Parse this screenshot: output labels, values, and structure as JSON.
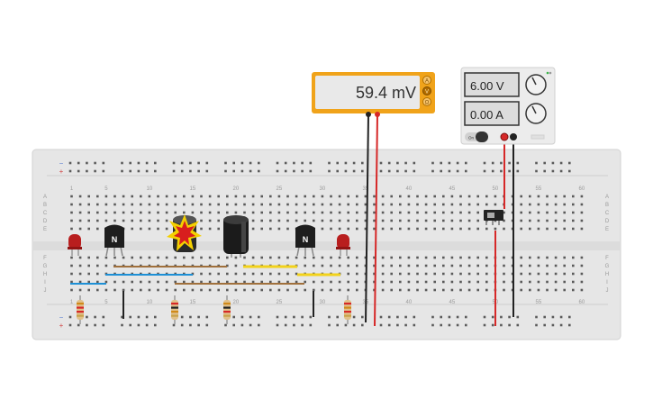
{
  "multimeter": {
    "reading": "59.4 mV",
    "mode_buttons": [
      "A",
      "V",
      "Ω"
    ]
  },
  "power_supply": {
    "voltage": "6.00 V",
    "current": "0.00 A",
    "power_switch_label": "On"
  },
  "breadboard": {
    "row_letters_top": [
      "A",
      "B",
      "C",
      "D",
      "E"
    ],
    "row_letters_bottom": [
      "F",
      "G",
      "H",
      "I",
      "J"
    ],
    "column_numbers": [
      "1",
      "5",
      "10",
      "15",
      "20",
      "25",
      "30",
      "35",
      "40",
      "45",
      "50",
      "55",
      "60"
    ],
    "rail_signs": [
      "−",
      "+"
    ]
  },
  "components": {
    "transistor_label": "N"
  },
  "colors": {
    "breadboard": "#e8e8e8",
    "multimeter_body": "#f0a31a",
    "wire_red": "#d62828",
    "wire_black": "#222222",
    "wire_blue": "#1e90d6",
    "wire_yellow": "#f2d21b",
    "wire_brown": "#a0703c"
  }
}
